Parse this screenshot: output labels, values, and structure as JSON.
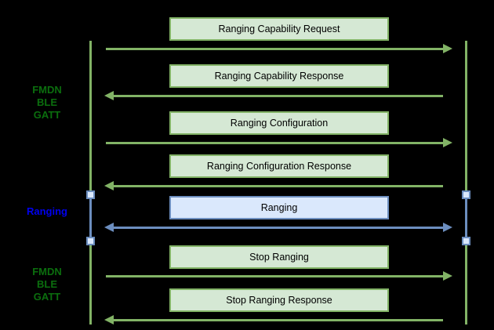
{
  "diagram_type": "sequence-diagram",
  "side_labels": {
    "top": {
      "lines": [
        "FMDN",
        "BLE",
        "GATT"
      ],
      "color": "#0b6e0e"
    },
    "middle": {
      "lines": [
        "Ranging"
      ],
      "color": "#0000ee"
    },
    "bottom": {
      "lines": [
        "FMDN",
        "BLE",
        "GATT"
      ],
      "color": "#0b6e0e"
    }
  },
  "messages": [
    {
      "label": "Ranging Capability Request",
      "direction": "right",
      "scheme": "green"
    },
    {
      "label": "Ranging Capability Response",
      "direction": "left",
      "scheme": "green"
    },
    {
      "label": "Ranging Configuration",
      "direction": "right",
      "scheme": "green"
    },
    {
      "label": "Ranging Configuration Response",
      "direction": "left",
      "scheme": "green"
    },
    {
      "label": "Ranging",
      "direction": "both",
      "scheme": "blue"
    },
    {
      "label": "Stop Ranging",
      "direction": "right",
      "scheme": "green"
    },
    {
      "label": "Stop Ranging Response",
      "direction": "left",
      "scheme": "green"
    }
  ],
  "colors": {
    "background": "#000000",
    "green_fill": "#d5e8d4",
    "green_stroke": "#82b366",
    "blue_fill": "#dae8fc",
    "blue_stroke": "#6c8ebf",
    "label_green": "#0b6e0e",
    "label_blue": "#0000ee",
    "box_text": "#000000"
  }
}
